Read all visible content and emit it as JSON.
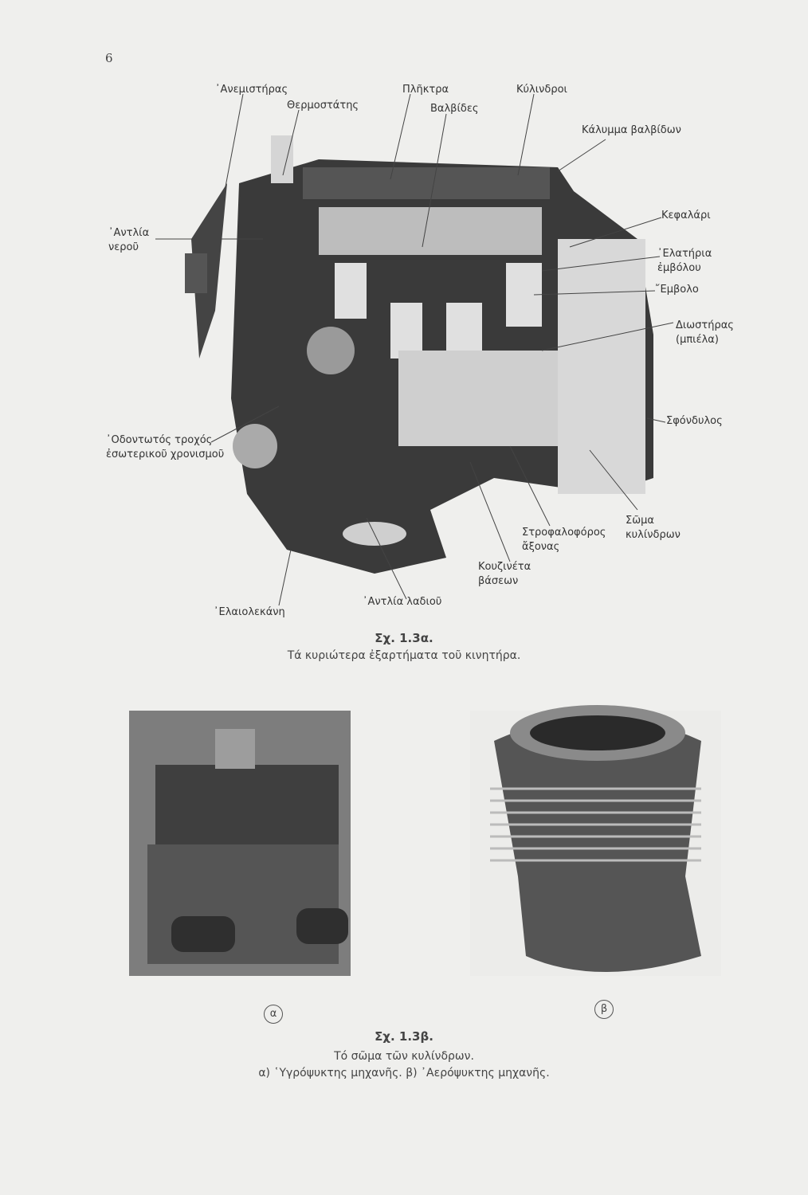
{
  "page_number": "6",
  "figure_a": {
    "labels": {
      "fan": "᾿Ανεμιστήρας",
      "thermostat": "Θερμοστάτης",
      "rocker": "Πλῆκτρα",
      "valves": "Βαλβίδες",
      "cylinders": "Κύλινδροι",
      "valve_cover": "Κάλυμμα βαλβίδων",
      "water_pump_1": "᾿Αντλία",
      "water_pump_2": "νεροῦ",
      "head": "Κεφαλάρι",
      "rings_1": "᾿Ελατήρια",
      "rings_2": "ἐμβόλου",
      "piston": "῎Εμβολο",
      "rod_1": "Διωστήρας",
      "rod_2": "(μπιέλα)",
      "flywheel": "Σφόνδυλος",
      "timing_gear_1": "᾿Οδοντωτός τροχός",
      "timing_gear_2": "ἐσωτερικοῦ χρονισμοῦ",
      "crankshaft_1": "Στροφαλοφόρος",
      "crankshaft_2": "ἄξονας",
      "block_1": "Σῶμα",
      "block_2": "κυλίνδρων",
      "bearings_1": "Κουζινέτα",
      "bearings_2": "βάσεων",
      "oil_pump": "᾿Αντλία λαδιοῦ",
      "oil_pan": "᾿Ελαιολεκάνη"
    },
    "caption_number": "Σχ. 1.3α.",
    "caption_text": "Τά κυριώτερα ἐξαρτήματα τοῦ κινητήρα."
  },
  "figure_b": {
    "marker_a": "α",
    "marker_b": "β",
    "caption_number": "Σχ. 1.3β.",
    "caption_text": "Τό σῶμα τῶν κυλίνδρων.",
    "caption_sub": "α) ῾Υγρόψυκτης μηχανῆς. β) ᾿Αερόψυκτης μηχανῆς."
  }
}
